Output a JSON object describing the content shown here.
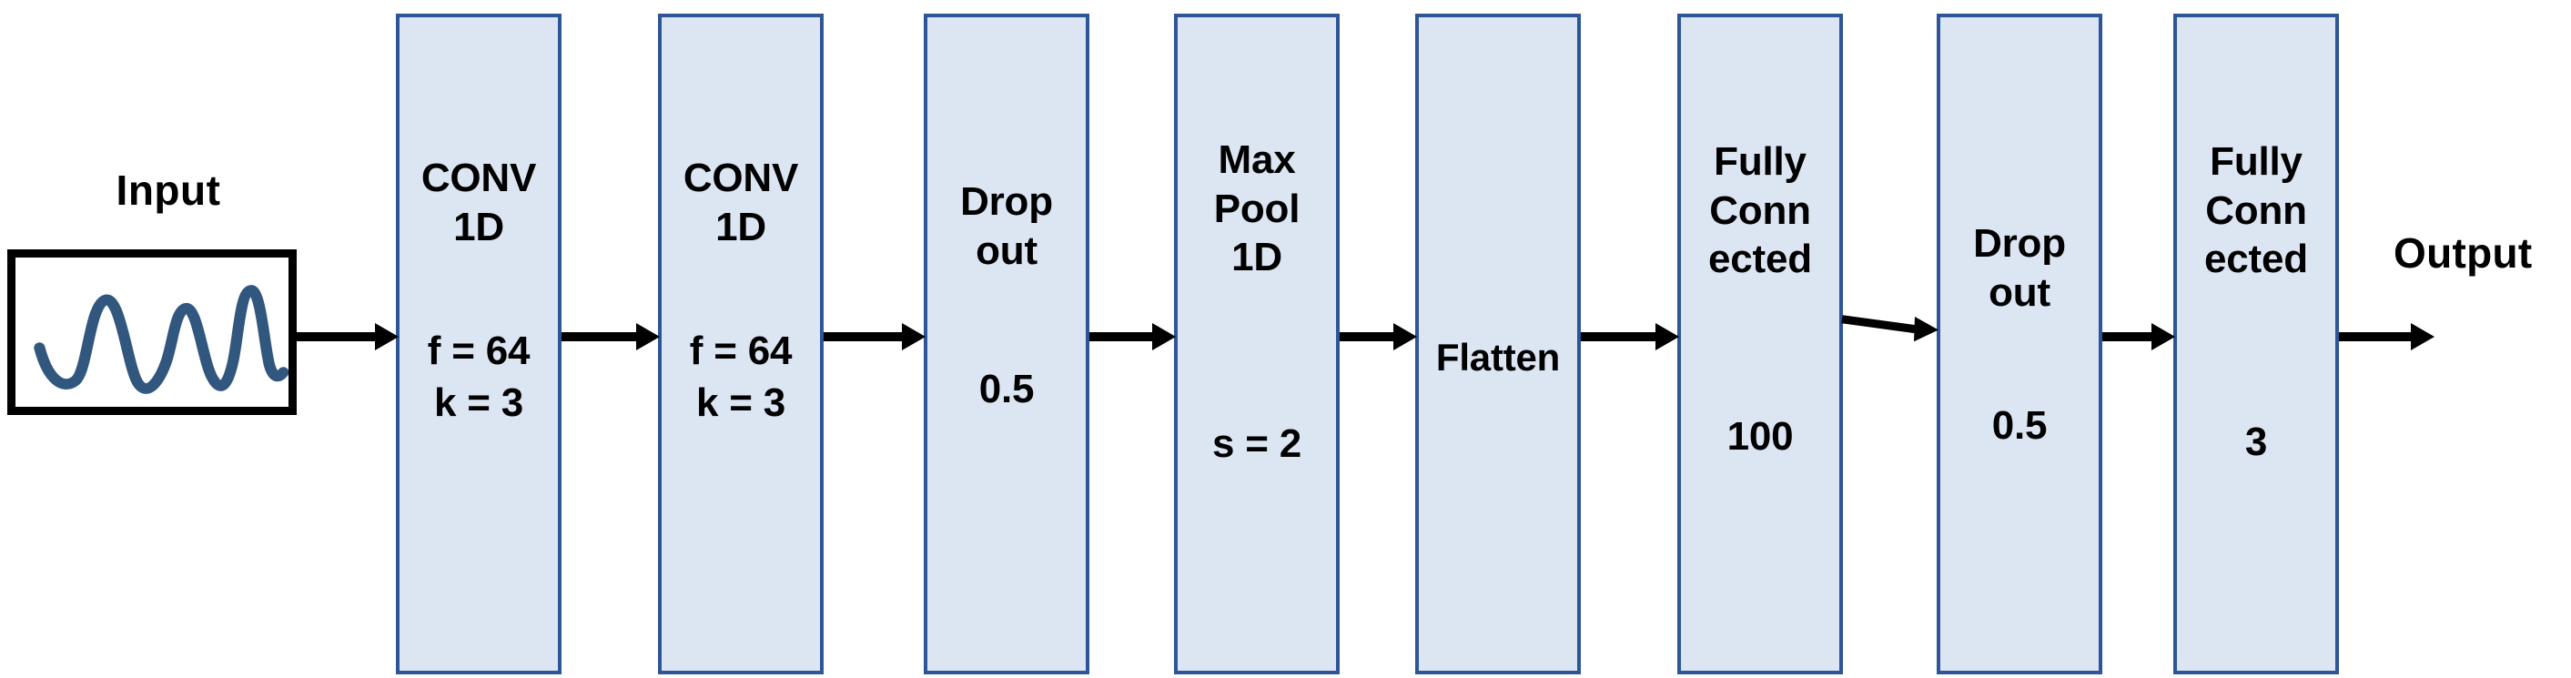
{
  "diagram": {
    "title": "1D CNN architecture pipeline",
    "colors": {
      "block_fill": "#dce6f3",
      "block_border": "#2e5597",
      "waveform": "#31577f",
      "arrow": "#000000",
      "input_box_border": "#000000",
      "text": "#000000",
      "background": "#ffffff"
    },
    "input": {
      "label": "Input",
      "icon": "sine-waveform"
    },
    "output": {
      "label": "Output"
    },
    "blocks": [
      {
        "title_line1": "CONV",
        "title_line2": "1D",
        "title_line3": "",
        "param_line1": "f = 64",
        "param_line2": "k = 3"
      },
      {
        "title_line1": "CONV",
        "title_line2": "1D",
        "title_line3": "",
        "param_line1": "f = 64",
        "param_line2": "k = 3"
      },
      {
        "title_line1": "Drop",
        "title_line2": "out",
        "title_line3": "",
        "param_line1": "0.5",
        "param_line2": ""
      },
      {
        "title_line1": "Max",
        "title_line2": "Pool",
        "title_line3": "1D",
        "param_line1": "s = 2",
        "param_line2": ""
      },
      {
        "title_line1": "Flatten",
        "title_line2": "",
        "title_line3": "",
        "param_line1": "",
        "param_line2": ""
      },
      {
        "title_line1": "Fully",
        "title_line2": "Conn",
        "title_line3": "ected",
        "param_line1": "100",
        "param_line2": ""
      },
      {
        "title_line1": "Drop",
        "title_line2": "out",
        "title_line3": "",
        "param_line1": "0.5",
        "param_line2": ""
      },
      {
        "title_line1": "Fully",
        "title_line2": "Conn",
        "title_line3": "ected",
        "param_line1": "3",
        "param_line2": ""
      }
    ],
    "arrows": [
      {
        "from": "input",
        "to": "conv1d-1"
      },
      {
        "from": "conv1d-1",
        "to": "conv1d-2"
      },
      {
        "from": "conv1d-2",
        "to": "dropout-1"
      },
      {
        "from": "dropout-1",
        "to": "maxpool1d"
      },
      {
        "from": "maxpool1d",
        "to": "flatten"
      },
      {
        "from": "flatten",
        "to": "fully-connected-1"
      },
      {
        "from": "fully-connected-1",
        "to": "dropout-2"
      },
      {
        "from": "dropout-2",
        "to": "fully-connected-2"
      },
      {
        "from": "fully-connected-2",
        "to": "output"
      }
    ]
  }
}
